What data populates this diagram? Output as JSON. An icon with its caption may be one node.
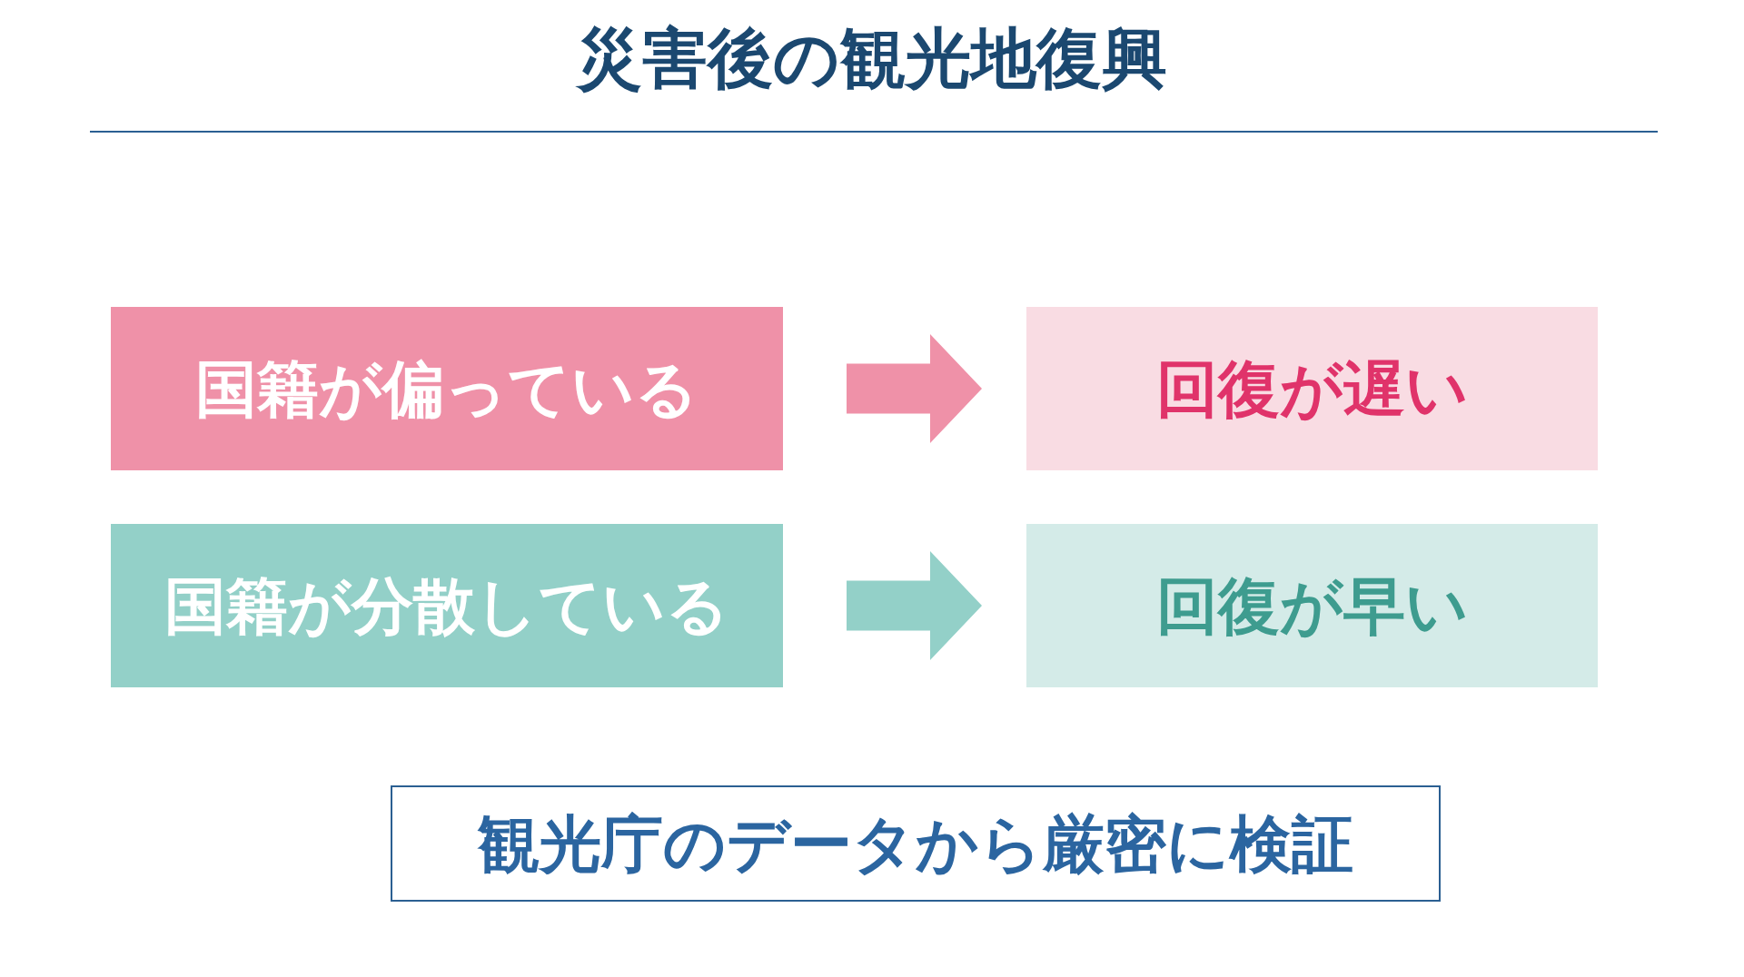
{
  "diagram": {
    "title": "災害後の観光地復興",
    "nodes": [
      {
        "text": [
          "国籍が偏っている"
        ]
      },
      {
        "text": [
          "回復が遅い"
        ]
      },
      {
        "text": [
          "国籍が分散している"
        ]
      },
      {
        "text": [
          "回復が早い"
        ]
      },
      {
        "text": [
          "観光庁のデータから厳密に検証"
        ]
      }
    ],
    "edges": [
      {
        "from": 0,
        "to": 1,
        "arrow": "to",
        "style": "thick",
        "color": "#ef91a8"
      },
      {
        "from": 2,
        "to": 3,
        "arrow": "to",
        "style": "thick",
        "color": "#93d0c8"
      }
    ]
  }
}
